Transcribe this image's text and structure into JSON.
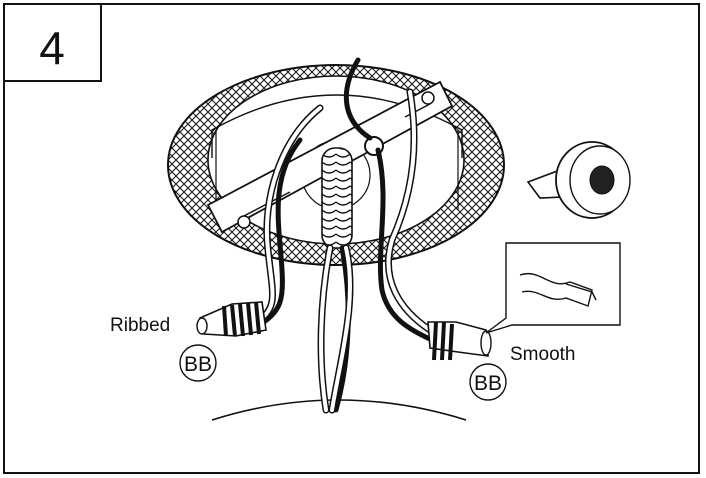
{
  "step": {
    "number": "4"
  },
  "labels": {
    "ribbed": "Ribbed",
    "smooth": "Smooth",
    "part_left": "BB",
    "part_right": "BB"
  },
  "icons": {
    "canopy": "ceiling-canopy-icon",
    "tape": "electrical-tape-icon",
    "detail": "wire-twist-detail-icon",
    "connector": "wire-nut-icon"
  },
  "colors": {
    "line": "#111111",
    "background": "#ffffff"
  }
}
